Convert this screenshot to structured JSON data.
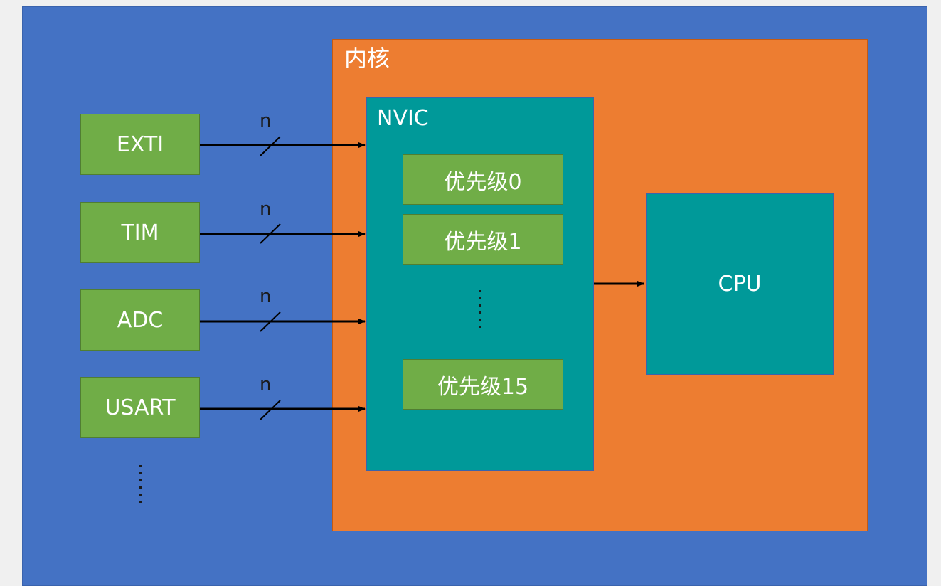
{
  "diagram": {
    "core_label": "内核",
    "nvic_label": "NVIC",
    "cpu_label": "CPU",
    "sources": [
      {
        "label": "EXTI",
        "bus_label": "n"
      },
      {
        "label": "TIM",
        "bus_label": "n"
      },
      {
        "label": "ADC",
        "bus_label": "n"
      },
      {
        "label": "USART",
        "bus_label": "n"
      }
    ],
    "priorities": [
      {
        "label": "优先级0"
      },
      {
        "label": "优先级1"
      },
      {
        "label": "优先级15"
      }
    ],
    "colors": {
      "background": "#4472c4",
      "core": "#ed7d31",
      "nvic": "#009999",
      "cpu": "#009999",
      "blocks": "#70ad47"
    }
  }
}
